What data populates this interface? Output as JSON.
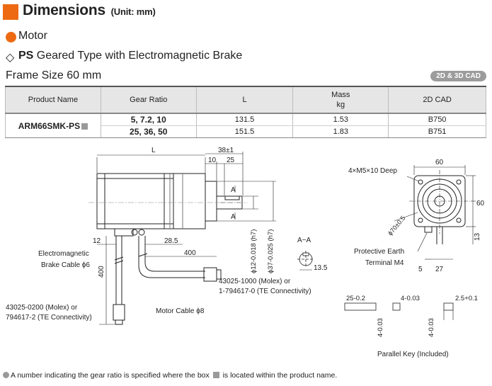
{
  "header": {
    "title": "Dimensions",
    "unit": "(Unit: mm)",
    "badge": "2D & 3D CAD"
  },
  "section": {
    "motor": "Motor",
    "type_prefix": "PS",
    "type_rest": " Geared Type with Electromagnetic Brake",
    "frame_size": "Frame Size 60 mm"
  },
  "table": {
    "headers": [
      "Product Name",
      "Gear Ratio",
      "L",
      "Mass\nkg",
      "2D CAD"
    ],
    "product_name": "ARM66SMK-PS",
    "rows": [
      {
        "gear_ratio": "5, 7.2, 10",
        "L": "131.5",
        "mass": "1.53",
        "cad": "B750"
      },
      {
        "gear_ratio": "25, 36, 50",
        "L": "151.5",
        "mass": "1.83",
        "cad": "B751"
      }
    ]
  },
  "drawing": {
    "dim_L": "L",
    "dim_38": "38±1",
    "dim_10": "10",
    "dim_25": "25",
    "section_A": "A",
    "shaft_dia": "ϕ12-0.018 (h7)",
    "pilot_dia": "ϕ37-0.025 (h7)",
    "dim_12": "12",
    "dim_28_5": "28.5",
    "dim_400_cable": "400",
    "dim_400_vert": "400",
    "brake_cable_1": "Electromagnetic",
    "brake_cable_2": "Brake Cable ϕ6",
    "connector_brake_1": "43025-0200 (Molex) or",
    "connector_brake_2": "794617-2 (TE Connectivity)",
    "connector_motor_1": "43025-1000 (Molex) or",
    "connector_motor_2": "1-794617-0 (TE Connectivity)",
    "motor_cable": "Motor Cable ϕ8",
    "aa_label": "A−A",
    "dim_13_5": "13.5",
    "screw": "4×M5×10 Deep",
    "dim_60_top": "60",
    "dim_60_side": "60",
    "pcd": "ϕ70±0.5",
    "earth_1": "Protective Earth",
    "earth_2": "Terminal M4",
    "dim_13": "13",
    "dim_5": "5",
    "dim_27": "27",
    "key_25": "25-0.2",
    "key_4w": "4-0.03",
    "key_4h": "4-0.03",
    "key_4h2": "4-0.03",
    "key_2_5": "2.5+0.1",
    "key_caption": "Parallel Key (Included)"
  },
  "footnote": {
    "before": "A number indicating the gear ratio is specified where the box ",
    "after": " is located within the product name."
  }
}
